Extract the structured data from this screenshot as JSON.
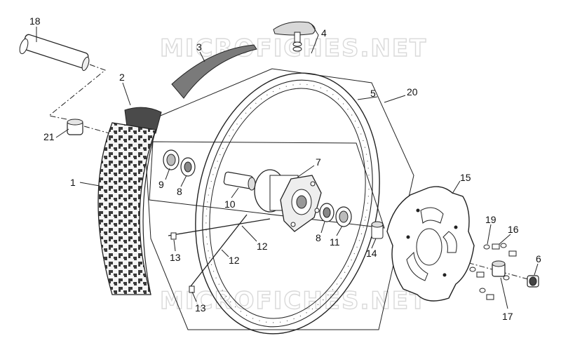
{
  "watermark": {
    "text": "MICROFICHES.NET"
  },
  "callouts": [
    {
      "id": "c18",
      "label": "18"
    },
    {
      "id": "c2",
      "label": "2"
    },
    {
      "id": "c21",
      "label": "21"
    },
    {
      "id": "c1",
      "label": "1"
    },
    {
      "id": "c3",
      "label": "3"
    },
    {
      "id": "c4",
      "label": "4"
    },
    {
      "id": "c5",
      "label": "5"
    },
    {
      "id": "c20",
      "label": "20"
    },
    {
      "id": "c7",
      "label": "7"
    },
    {
      "id": "c9",
      "label": "9"
    },
    {
      "id": "c8a",
      "label": "8"
    },
    {
      "id": "c10",
      "label": "10"
    },
    {
      "id": "c8b",
      "label": "8"
    },
    {
      "id": "c11",
      "label": "11"
    },
    {
      "id": "c14",
      "label": "14"
    },
    {
      "id": "c12a",
      "label": "12"
    },
    {
      "id": "c12b",
      "label": "12"
    },
    {
      "id": "c13a",
      "label": "13"
    },
    {
      "id": "c13b",
      "label": "13"
    },
    {
      "id": "c15",
      "label": "15"
    },
    {
      "id": "c19",
      "label": "19"
    },
    {
      "id": "c16",
      "label": "16"
    },
    {
      "id": "c6",
      "label": "6"
    },
    {
      "id": "c17",
      "label": "17"
    }
  ]
}
